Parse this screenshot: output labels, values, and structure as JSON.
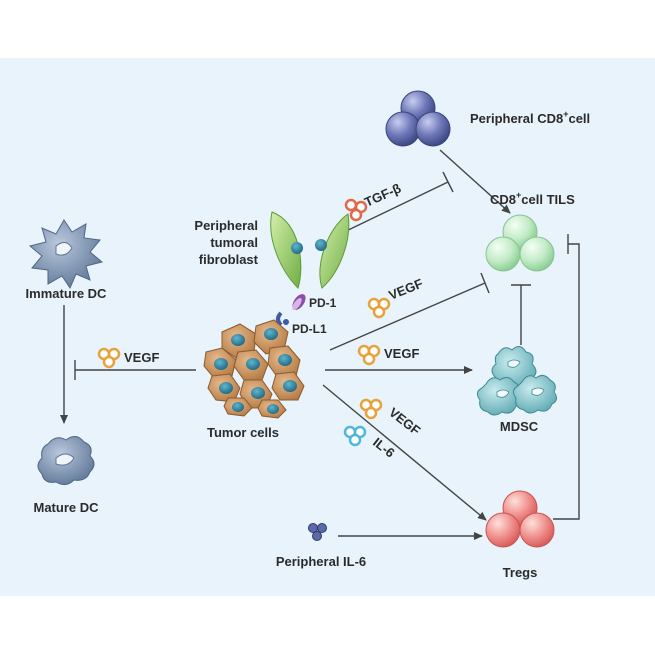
{
  "nodes": {
    "peripheral_cd8": {
      "label": "Peripheral  CD8",
      "sup": "+",
      "suffix": "cell"
    },
    "cd8_tils": {
      "label": "CD8",
      "sup": "+",
      "suffix": "cell TILS"
    },
    "fibroblast": {
      "line1": "Peripheral",
      "line2": "tumoral",
      "line3": "fibroblast"
    },
    "immature_dc": {
      "label": "Immature DC"
    },
    "mature_dc": {
      "label": "Mature DC"
    },
    "tumor_cells": {
      "label": "Tumor cells"
    },
    "mdsc": {
      "label": "MDSC"
    },
    "tregs": {
      "label": "Tregs"
    },
    "peripheral_il6": {
      "label": "Peripheral IL-6"
    }
  },
  "molecules": {
    "pd1": "PD-1",
    "pdl1": "PD-L1",
    "tgf_beta": "TGF-β",
    "vegf_dc": "VEGF",
    "vegf_cd8": "VEGF",
    "vegf_mdsc": "VEGF",
    "vegf_tregs": "VEGF",
    "il6_tregs": "IL-6"
  },
  "colors": {
    "background": "#e8f3fb",
    "cd8_peripheral": "#6f79b8",
    "cd8_tils": "#bfe9c4",
    "tumor": "#c9925c",
    "tumor_nucleus": "#2f7f9a",
    "fibroblast": "#9ccf6e",
    "dc": "#7e95b3",
    "mdsc": "#8ecad0",
    "tregs": "#ee8e8e",
    "cytokine_orange": "#e89e4a",
    "cytokine_red": "#e0694a",
    "cytokine_blue": "#4fb8d6",
    "il6_dots": "#4d5a94",
    "arrow": "#444444"
  }
}
